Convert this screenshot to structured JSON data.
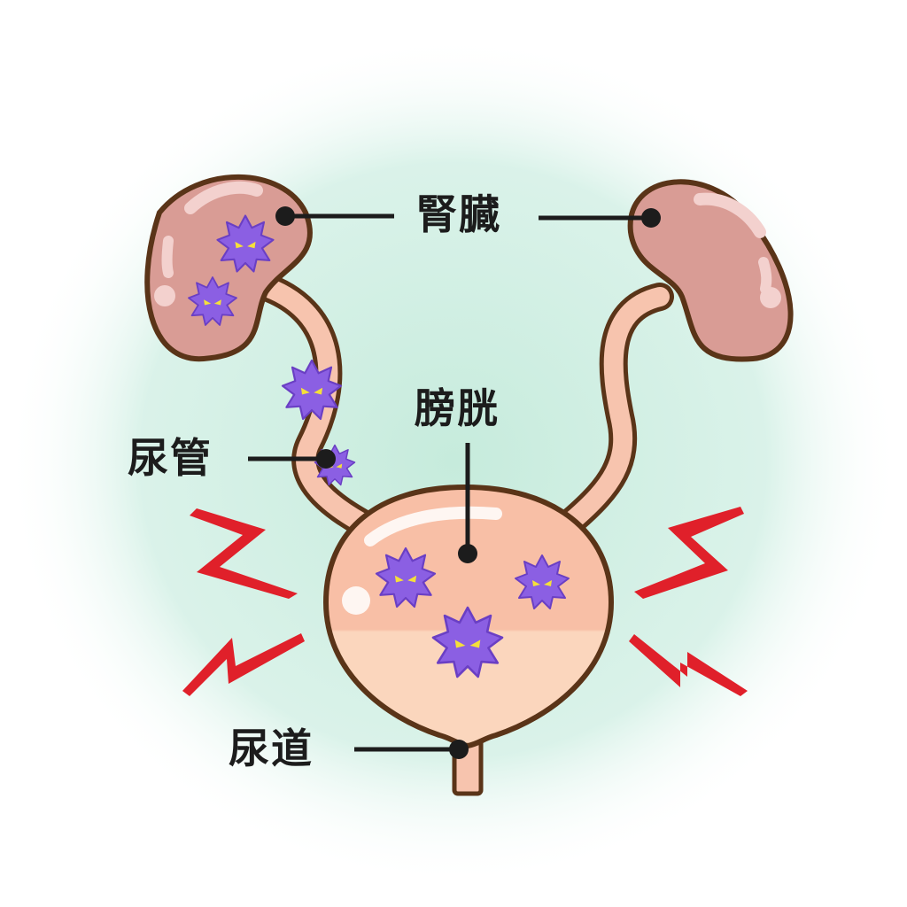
{
  "labels": {
    "kidney": "腎臓",
    "bladder": "膀胱",
    "ureter": "尿管",
    "urethra": "尿道"
  },
  "colors": {
    "background_glow": "#cdeee2",
    "outline": "#5a3418",
    "kidney": "#d99c95",
    "ureter": "#f7c4ae",
    "bladder_top": "#f9c1a7",
    "bladder_bottom": "#fbd7bd",
    "germ": "#8b5fe3",
    "germ_eyes": "#f5e03a",
    "pain_marks": "#e0202a",
    "leader_lines": "#1c1c1c"
  },
  "icons": {
    "germ": "germ-icon",
    "pain": "pain-zigzag-icon"
  }
}
